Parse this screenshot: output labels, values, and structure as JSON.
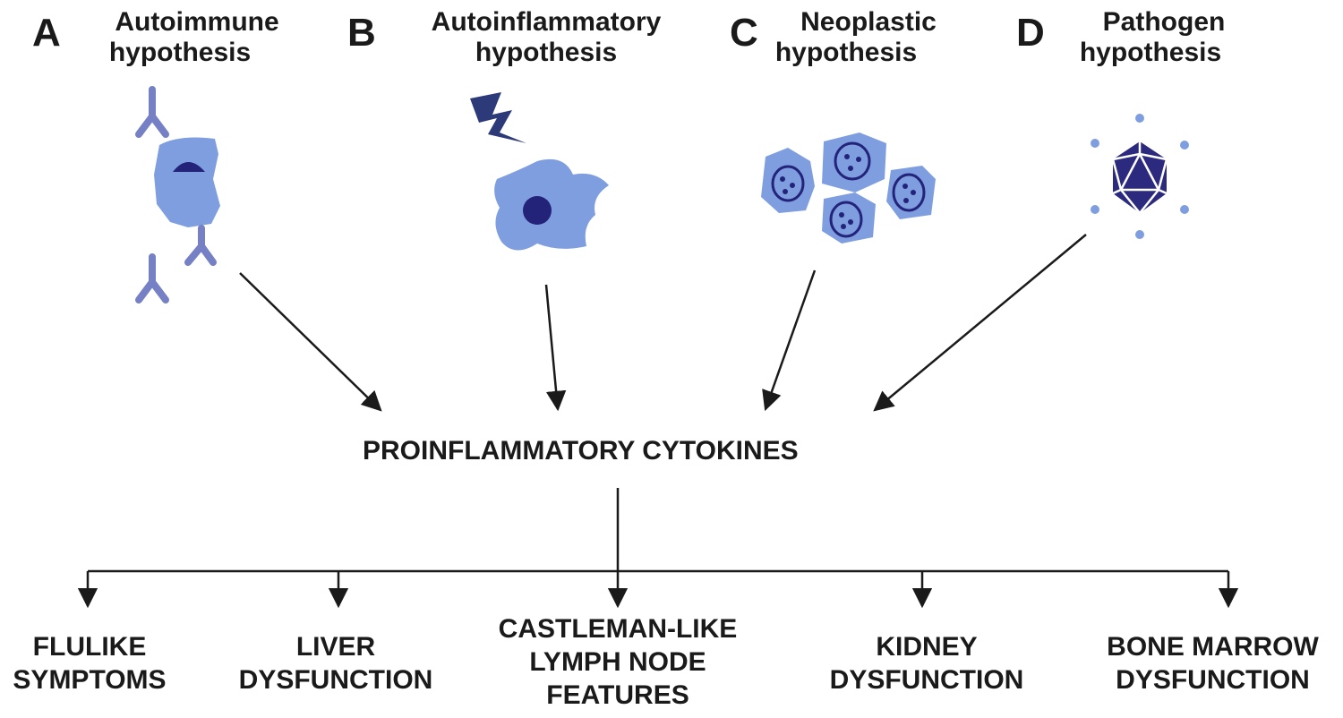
{
  "hypotheses": [
    {
      "letter": "A",
      "line1": "Autoimmune",
      "line2": "hypothesis"
    },
    {
      "letter": "B",
      "line1": "Autoinflammatory",
      "line2": "hypothesis"
    },
    {
      "letter": "C",
      "line1": "Neoplastic",
      "line2": "hypothesis"
    },
    {
      "letter": "D",
      "line1": "Pathogen",
      "line2": "hypothesis"
    }
  ],
  "center": {
    "label": "PROINFLAMMATORY CYTOKINES"
  },
  "outcomes": [
    {
      "line1": "FLULIKE",
      "line2": "SYMPTOMS"
    },
    {
      "line1": "LIVER",
      "line2": "DYSFUNCTION"
    },
    {
      "line1": "CASTLEMAN-LIKE",
      "line2": "LYMPH NODE",
      "line3": "FEATURES"
    },
    {
      "line1": "KIDNEY",
      "line2": "DYSFUNCTION"
    },
    {
      "line1": "BONE MARROW",
      "line2": "DYSFUNCTION"
    }
  ],
  "colors": {
    "cell_fill": "#7f9ee0",
    "cell_light": "#8fa9e4",
    "nucleus": "#23237a",
    "virus": "#2b2a7e",
    "antibody": "#7680c4",
    "arrow": "#1a1a1a"
  }
}
